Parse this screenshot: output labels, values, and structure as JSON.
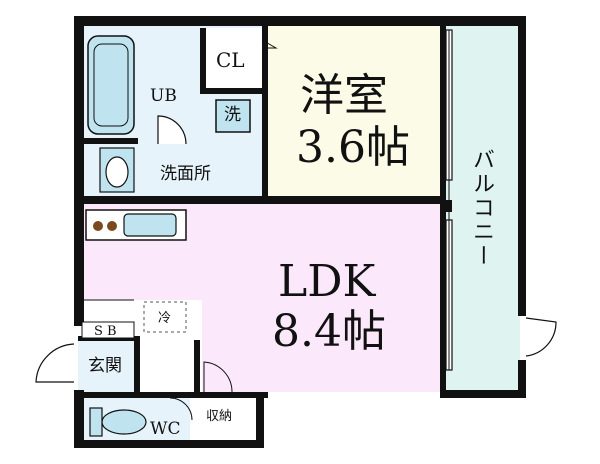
{
  "rooms": {
    "western": {
      "name": "洋室",
      "size": "3.6帖"
    },
    "ldk": {
      "name": "LDK",
      "size": "8.4帖"
    }
  },
  "labels": {
    "unit_bath": "UB",
    "closet": "CL",
    "laundry": "洗",
    "washroom": "洗面所",
    "balcony": "バルコニー",
    "fridge": "冷",
    "shoe_box": "S B",
    "entrance": "玄関",
    "toilet": "WC",
    "storage": "収納"
  },
  "colors": {
    "wall": "#111111",
    "blue_zone": "#e6f3fb",
    "western_room": "#fbfbe8",
    "ldk_room": "#fbe9fb",
    "balcony": "#dff3f1",
    "fixture_blue": "#bfe4ef",
    "burner": "#7a4a1e"
  }
}
